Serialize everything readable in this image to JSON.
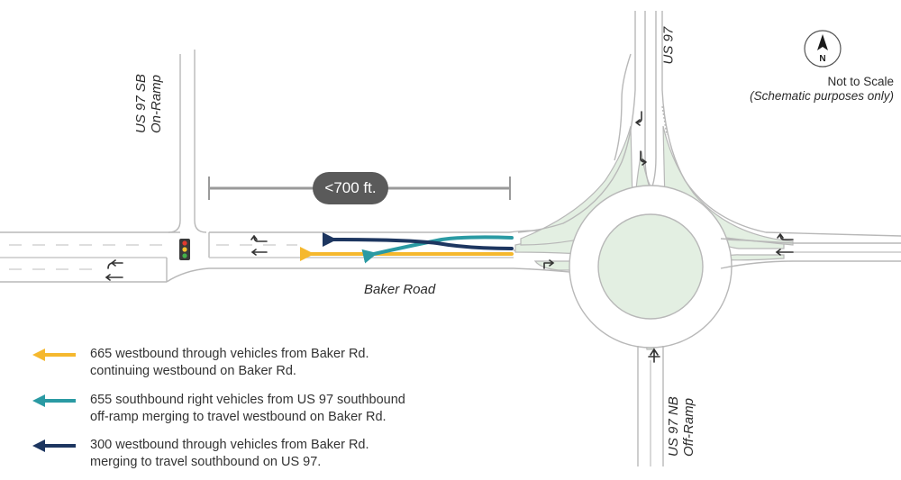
{
  "labels": {
    "us97": "US 97",
    "sb_onramp_line1": "US 97 SB",
    "sb_onramp_line2": "On-Ramp",
    "nb_offramp_line1": "US 97 NB",
    "nb_offramp_line2": "Off-Ramp",
    "baker_road": "Baker Road",
    "distance": "<700 ft.",
    "scale_line1": "Not to Scale",
    "scale_line2": "(Schematic purposes only)",
    "north_letter": "N"
  },
  "legend": [
    {
      "color": "#f5b82e",
      "line1": "665 westbound through vehicles from Baker Rd.",
      "line2": "continuing westbound on Baker Rd."
    },
    {
      "color": "#2a9aa3",
      "line1": "655 southbound right vehicles from US 97 southbound",
      "line2": "off-ramp merging to travel westbound on Baker Rd."
    },
    {
      "color": "#1d3660",
      "line1": "300 westbound through vehicles from Baker Rd.",
      "line2": "merging to travel southbound on US 97."
    }
  ],
  "colors": {
    "road_edge": "#b8b8b8",
    "island_fill": "#e3efe2",
    "dimension": "#9a9a9a",
    "through_wb": "#f5b82e",
    "sb_right": "#2a9aa3",
    "wb_to_sb": "#1d3660"
  }
}
